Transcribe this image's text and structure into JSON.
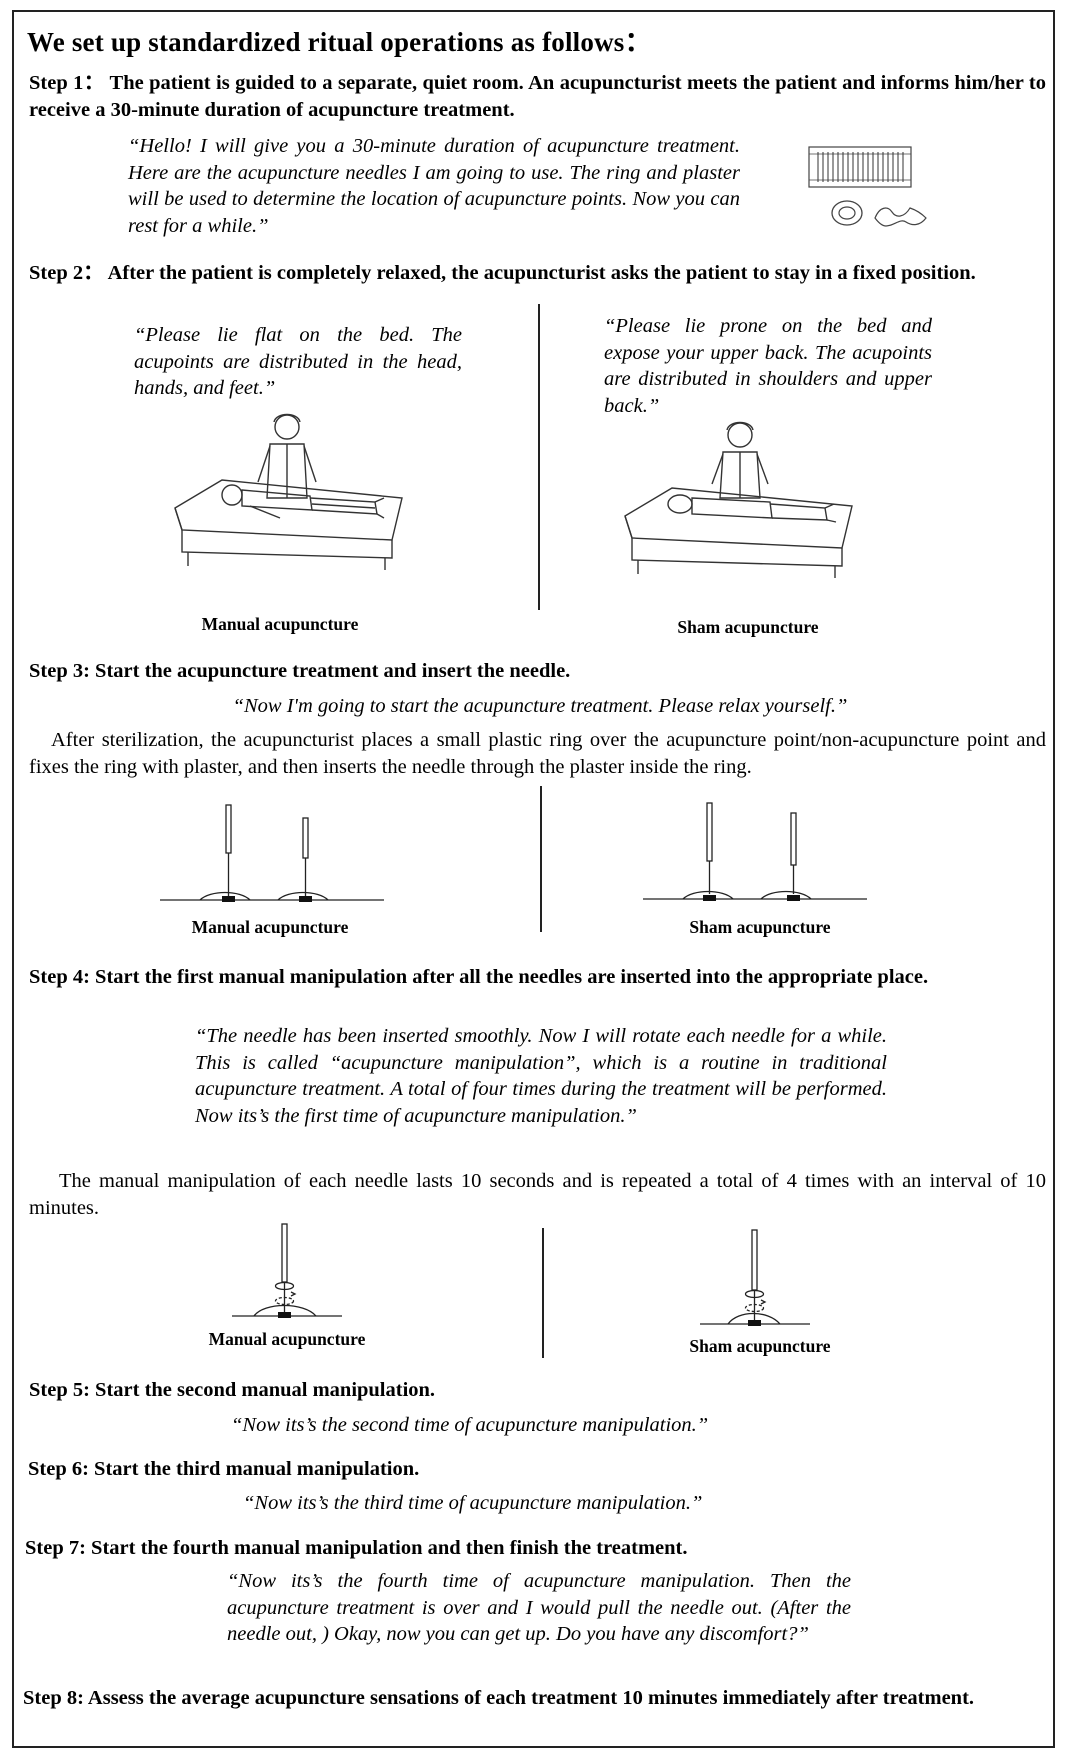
{
  "title": "We set up standardized ritual operations as follows：",
  "steps": {
    "s1": {
      "heading": "Step 1： The patient is guided to a separate, quiet room. An acupuncturist meets the patient and informs him/her to receive a 30-minute duration of acupuncture treatment.",
      "quote": "“Hello! I will give you a 30-minute duration of acupuncture treatment. Here are the acupuncture needles I am going to use. The ring and plaster will be used to determine the location of acupuncture points. Now you can rest for a while.”"
    },
    "s2": {
      "heading": "Step 2： After the patient is completely relaxed, the acupuncturist asks the patient to stay in a fixed position.",
      "quote_left": "“Please lie flat on the bed. The acupoints are distributed in the head, hands, and feet.”",
      "quote_right": "“Please lie prone on the bed and expose your upper back. The acupoints are distributed in shoulders and upper back.”",
      "caption_left": "Manual acupuncture",
      "caption_right": "Sham acupuncture"
    },
    "s3": {
      "heading": "Step 3: Start the acupuncture treatment and insert the needle.",
      "quote": "“Now I'm going to start the acupuncture treatment. Please relax yourself.”",
      "body": "After sterilization, the acupuncturist places a small plastic ring over the acupuncture point/non-acupuncture point and fixes the ring with plaster, and then inserts the needle through the plaster inside the ring.",
      "caption_left": "Manual acupuncture",
      "caption_right": "Sham acupuncture"
    },
    "s4": {
      "heading": "Step 4: Start the first manual manipulation after all the needles are inserted into the appropriate place.",
      "quote": "“The needle has been inserted smoothly. Now I will rotate each needle for a while. This is called “acupuncture manipulation”, which is a routine in traditional acupuncture treatment. A total of four times during the treatment will be performed. Now its’s the first time of acupuncture manipulation.”",
      "body": "The manual manipulation of each needle lasts 10 seconds and is repeated a total of 4 times with an interval of 10 minutes.",
      "caption_left": "Manual acupuncture",
      "caption_right": "Sham acupuncture"
    },
    "s5": {
      "heading": "Step 5: Start the second manual manipulation.",
      "quote": "“Now its’s the second time of acupuncture manipulation.”"
    },
    "s6": {
      "heading": "Step  6: Start the third manual manipulation.",
      "quote": "“Now its’s the third time of acupuncture manipulation.”"
    },
    "s7": {
      "heading": "Step 7: Start the fourth manual manipulation and then finish the treatment.",
      "quote": "“Now its’s the fourth time of acupuncture manipulation. Then the acupuncture treatment is over and I would pull the needle out. (After the needle out, ) Okay, now you can get up. Do you have any discomfort?”"
    },
    "s8": {
      "heading": "Step 8: Assess the average acupuncture sensations of each treatment 10 minutes immediately after treatment."
    }
  }
}
